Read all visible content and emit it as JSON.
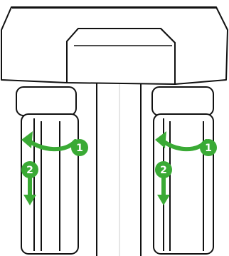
{
  "illustration": {
    "subject": "filter-housing-removal-steps",
    "colors": {
      "outline": "#111111",
      "fill": "#ffffff",
      "accent": "#3aaa35"
    },
    "steps": [
      {
        "number": "1",
        "action": "rotate-icon"
      },
      {
        "number": "2",
        "action": "pull-down-icon"
      }
    ]
  }
}
